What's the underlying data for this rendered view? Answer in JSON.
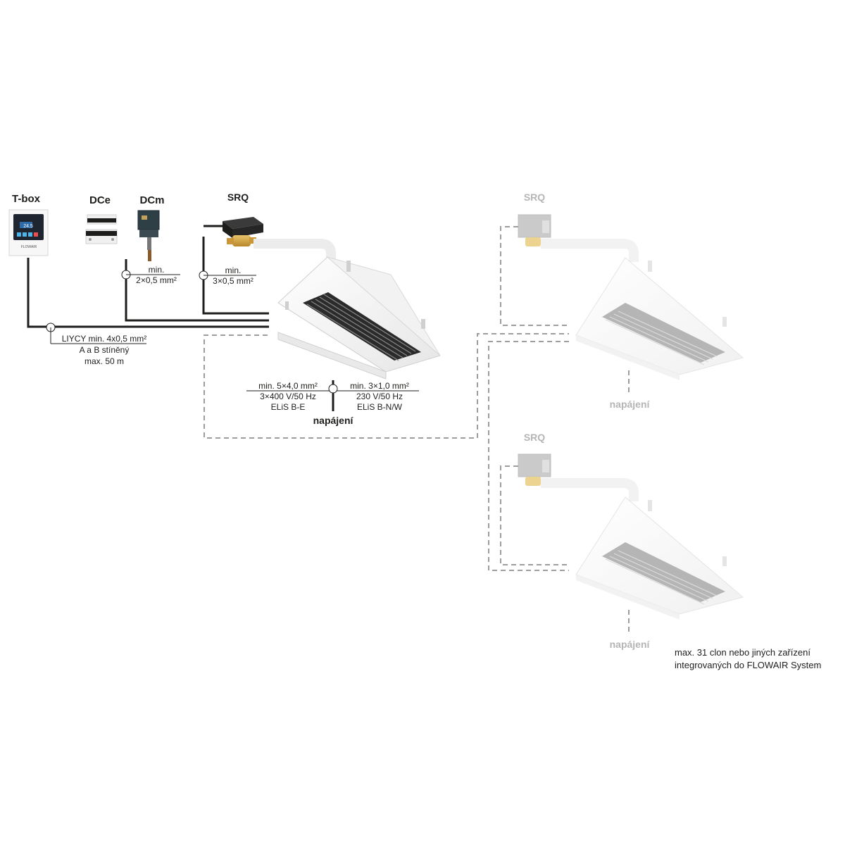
{
  "devices": {
    "tbox": "T-box",
    "tbox_screen_value": "24.5",
    "tbox_brand": "FLOWAIR",
    "dce": "DCe",
    "dcm": "DCm",
    "srq_main": "SRQ",
    "srq_unit2": "SRQ",
    "srq_unit3": "SRQ"
  },
  "cables": {
    "dcm": {
      "line1": "min.",
      "line2": "2×0,5 mm²"
    },
    "srq": {
      "line1": "min.",
      "line2": "3×0,5 mm²"
    },
    "tbox": {
      "line1": "LIYCY min. 4x0,5 mm²",
      "line2": "A a B stíněný",
      "line3": "max. 50 m"
    }
  },
  "power": {
    "left": {
      "line1": "min. 5×4,0 mm²",
      "line2": "3×400 V/50 Hz",
      "line3": "ELiS B-E"
    },
    "right": {
      "line1": "min. 3×1,0 mm²",
      "line2": "230 V/50 Hz",
      "line3": "ELiS B-N/W"
    },
    "label": "napájení",
    "unit2_label": "napájení",
    "unit3_label": "napájení"
  },
  "note": {
    "line1": "max. 31 clon nebo jiných zařízení",
    "line2": "integrovaných do FLOWAIR System"
  },
  "colors": {
    "cable": "#1d1d1b",
    "dashed": "#9d9d9d",
    "muted_text": "#b5b5b5",
    "unit_body": "#f4f4f4",
    "grille": "#3a3a3a"
  }
}
